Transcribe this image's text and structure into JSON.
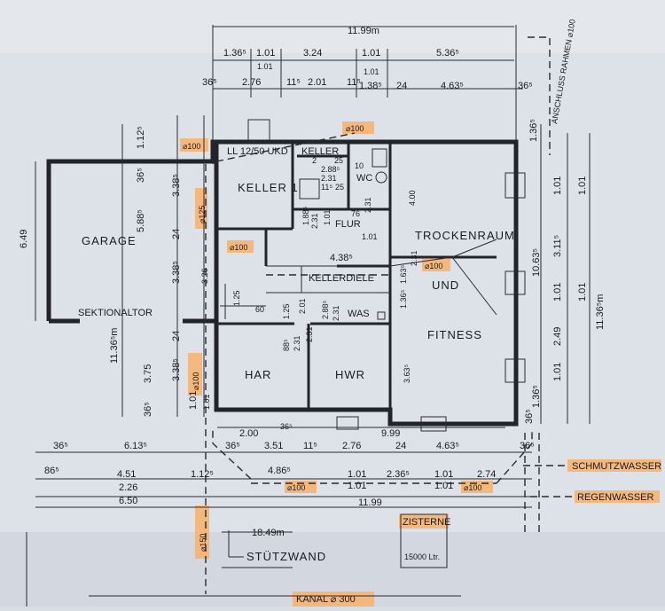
{
  "rooms": {
    "garage": "GARAGE",
    "keller1": "KELLER 1",
    "keller2": "KELLER",
    "wc": "WC",
    "flur": "FLUR",
    "trockenraum": "TROCKENRAUM",
    "und": "UND",
    "fitness": "FITNESS",
    "kellerdiele": "KELLERDIELE",
    "was": "WAS",
    "har": "HAR",
    "hwr": "HWR",
    "sektionaltor": "SEKTIONALTOR",
    "ukd": "LL 12/50 UKD",
    "stuetzwand": "STÜTZWAND"
  },
  "top_dims": {
    "total": "11.99m",
    "r1": [
      "1.36⁵",
      "1.01",
      "3.24",
      "1.01",
      "5.36⁵"
    ],
    "r1b": [
      "1.01",
      "1.01"
    ],
    "r2": [
      "36⁵",
      "2.76",
      "11⁵",
      "2.01",
      "11⁵",
      "1.38⁵",
      "24",
      "4.63⁵",
      "36⁵"
    ]
  },
  "left_dims": [
    "6.49",
    "1.12⁵",
    "36⁵",
    "5.88⁵",
    "3.38⁵",
    "24",
    "3.38⁵",
    "3.75",
    "11.36⁵m",
    "24",
    "3.38⁵",
    "36⁵",
    "1.01",
    "1.01"
  ],
  "right_dims": [
    "1.36⁵",
    "1.01",
    "1.01",
    "3.11⁵",
    "10.63⁵",
    "1.01",
    "1.01",
    "2.49",
    "11.36⁵m",
    "1.01",
    "1.36⁵",
    "36⁵"
  ],
  "bottom_dims": {
    "r1": [
      "2.00",
      "36⁵",
      "3.51",
      "11⁵",
      "2.76",
      "9.99",
      "24",
      "4.63⁵",
      "36⁵"
    ],
    "r2": [
      "36⁵",
      "6.13⁵",
      "4.86⁵"
    ],
    "r3": [
      "86⁵",
      "4.51",
      "1.12⁵",
      "1.01",
      "2.36⁵",
      "1.01",
      "2.74"
    ],
    "r4": [
      "2.26",
      "1.01",
      "1.01"
    ],
    "r5": [
      "6.50",
      "11.99"
    ],
    "length": "18.49m"
  },
  "interior_dims": [
    "2",
    "25",
    "2.88⁵",
    "2.31",
    "11⁵",
    "25",
    "10",
    "4.00",
    "2.31",
    "1.01",
    "1.88⁵",
    "2.31",
    "76",
    "1.01",
    "4.38⁵",
    "2.31",
    "1.63⁵",
    "1.36⁵",
    "3.26",
    "1.25",
    "60",
    "2.01",
    "2.88⁵",
    "2.31",
    "1.25",
    "88⁵",
    "2.31",
    "3.63⁵",
    "2.31",
    "36⁵"
  ],
  "pipes": {
    "p100": "⌀100",
    "p125": "⌀125",
    "p150": "⌀150"
  },
  "legend": {
    "schmutz": "SCHMUTZWASSER",
    "regen": "REGENWASSER"
  },
  "zisterne": {
    "label": "ZISTERNE",
    "volume": "15000 Ltr."
  },
  "kanal": "KANAL ⌀ 300",
  "note": "ANSCHLUSS RAHMEN ⌀100"
}
